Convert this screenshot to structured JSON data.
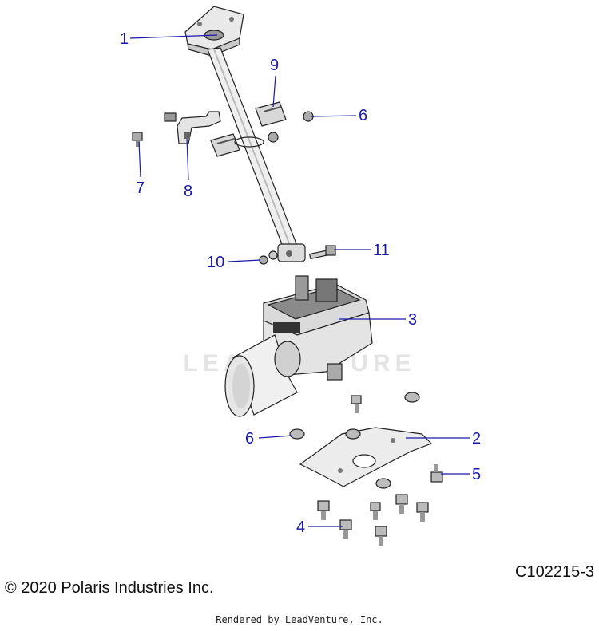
{
  "callouts": [
    {
      "id": "c1",
      "label": "1"
    },
    {
      "id": "c2",
      "label": "2"
    },
    {
      "id": "c3",
      "label": "3"
    },
    {
      "id": "c4",
      "label": "4"
    },
    {
      "id": "c5",
      "label": "5"
    },
    {
      "id": "c6a",
      "label": "6"
    },
    {
      "id": "c6b",
      "label": "6"
    },
    {
      "id": "c7",
      "label": "7"
    },
    {
      "id": "c8",
      "label": "8"
    },
    {
      "id": "c9",
      "label": "9"
    },
    {
      "id": "c10",
      "label": "10"
    },
    {
      "id": "c11",
      "label": "11"
    }
  ],
  "watermark": "LEADVENTURE",
  "copyright": "© 2020 Polaris Industries Inc.",
  "drawing_id": "C102215-3",
  "rendered_by": "Rendered by LeadVenture, Inc.",
  "colors": {
    "callout": "#1a1aa8",
    "part_fill": "#e9e9e9",
    "part_dark": "#555555"
  }
}
